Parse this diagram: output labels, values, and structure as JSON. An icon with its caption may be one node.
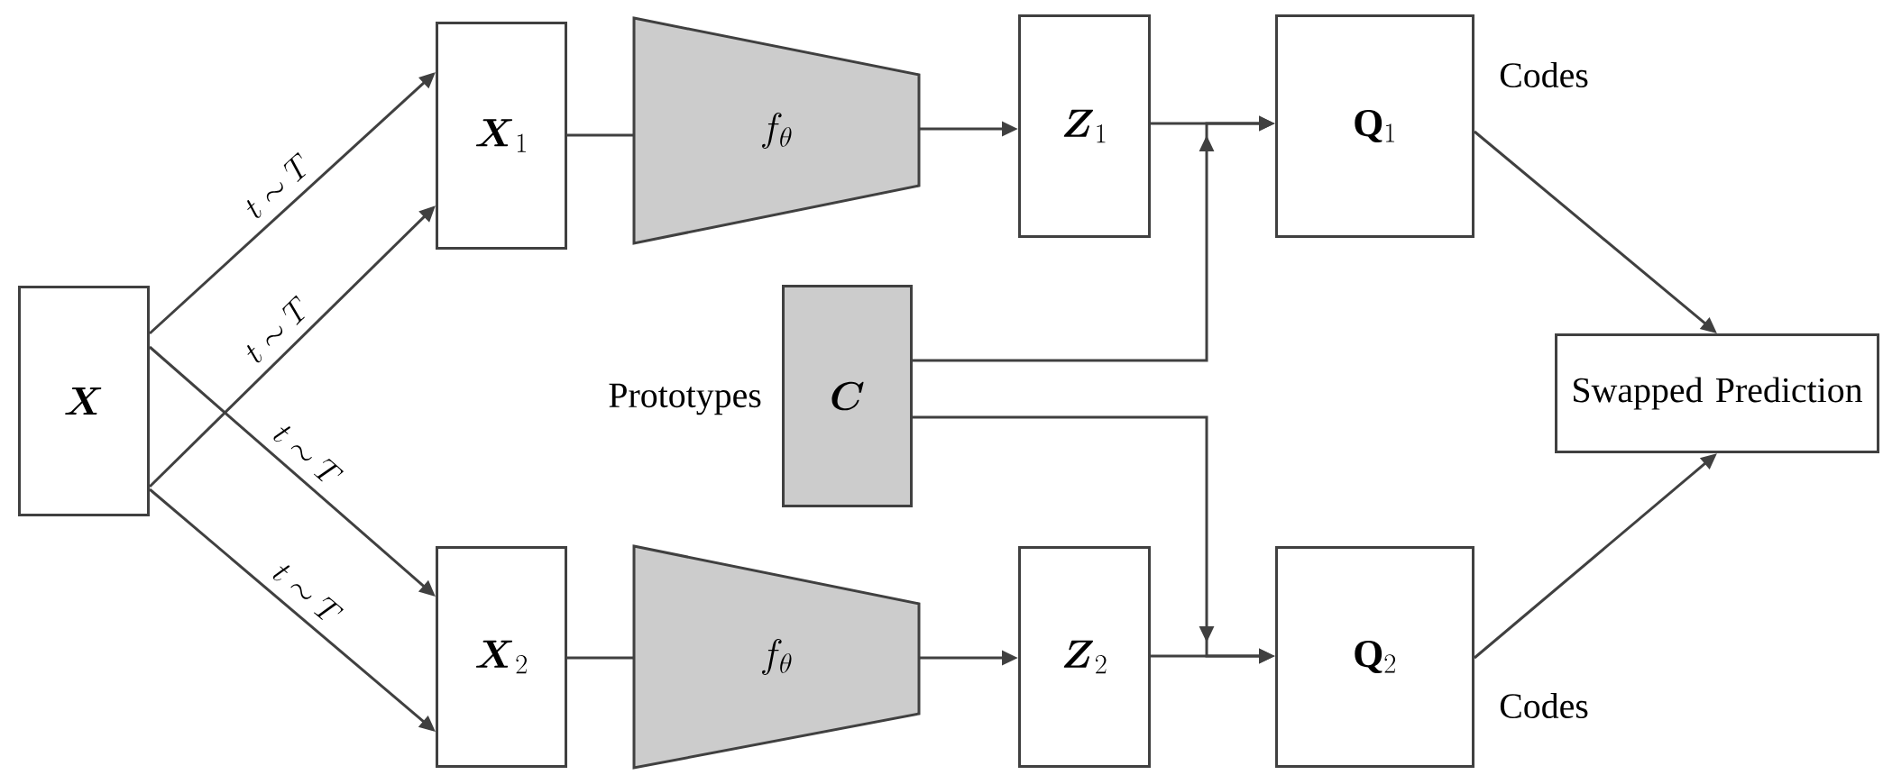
{
  "diagram": {
    "nodes": [
      {
        "text": [
          "\\boldsymbol{X}"
        ]
      },
      {
        "text": [
          "\\boldsymbol{X}_{1}"
        ]
      },
      {
        "text": [
          "f_{\\theta}"
        ]
      },
      {
        "text": [
          "\\boldsymbol{Z}_{1}"
        ]
      },
      {
        "text": [
          "\\mathbf{Q}_{1}"
        ],
        "beside": [
          "Codes"
        ]
      },
      {
        "text": [
          "\\boldsymbol{C}"
        ],
        "beside": [
          "Prototypes"
        ]
      },
      {
        "text": [
          "\\boldsymbol{X}_{2}"
        ]
      },
      {
        "text": [
          "f_{\\theta}"
        ]
      },
      {
        "text": [
          "\\boldsymbol{Z}_{2}"
        ]
      },
      {
        "text": [
          "\\mathbf{Q}_{2}"
        ],
        "beside": [
          "Codes"
        ]
      },
      {
        "text": [
          "Swapped Prediction"
        ]
      }
    ],
    "edges": [
      {
        "from": 0,
        "to": 1,
        "arrow": "to",
        "label": "t\\sim T"
      },
      {
        "from": 0,
        "to": 1,
        "arrow": "to",
        "label": "t\\sim T"
      },
      {
        "from": 0,
        "to": 6,
        "arrow": "to",
        "label": "t\\sim T"
      },
      {
        "from": 0,
        "to": 6,
        "arrow": "to",
        "label": "t\\sim T"
      },
      {
        "from": 1,
        "to": 2,
        "arrow": "none"
      },
      {
        "from": 2,
        "to": 3,
        "arrow": "to"
      },
      {
        "from": 3,
        "to": 4,
        "arrow": "to"
      },
      {
        "from": 5,
        "to": 4,
        "arrow": "to"
      },
      {
        "from": 4,
        "to": 10,
        "arrow": "to"
      },
      {
        "from": 6,
        "to": 7,
        "arrow": "none"
      },
      {
        "from": 7,
        "to": 8,
        "arrow": "to"
      },
      {
        "from": 8,
        "to": 9,
        "arrow": "to"
      },
      {
        "from": 5,
        "to": 9,
        "arrow": "to"
      },
      {
        "from": 9,
        "to": 10,
        "arrow": "to"
      }
    ]
  }
}
